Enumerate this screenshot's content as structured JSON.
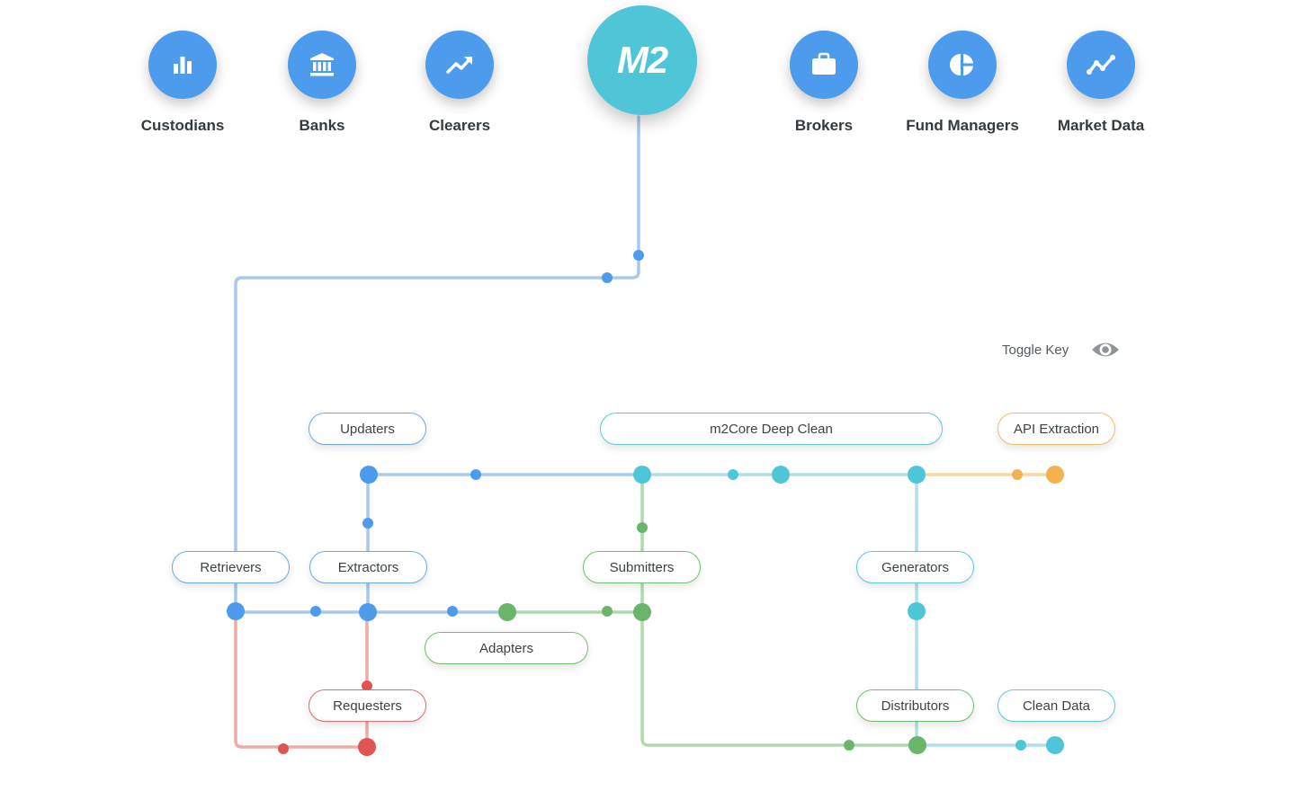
{
  "hub": {
    "label": "M2",
    "color": "#4ec6d8"
  },
  "sources": [
    {
      "id": "custodians",
      "label": "Custodians",
      "icon": "bar-chart-icon"
    },
    {
      "id": "banks",
      "label": "Banks",
      "icon": "bank-icon"
    },
    {
      "id": "clearers",
      "label": "Clearers",
      "icon": "trending-up-icon"
    },
    {
      "id": "brokers",
      "label": "Brokers",
      "icon": "briefcase-icon"
    },
    {
      "id": "fund-managers",
      "label": "Fund Managers",
      "icon": "pie-chart-icon"
    },
    {
      "id": "market-data",
      "label": "Market Data",
      "icon": "line-chart-icon"
    }
  ],
  "toggle_key": {
    "label": "Toggle Key",
    "icon": "eye-icon"
  },
  "nodes": [
    {
      "id": "updaters",
      "label": "Updaters",
      "color": "#6aa9ea"
    },
    {
      "id": "m2core-deep-clean",
      "label": "m2Core Deep Clean",
      "color": "#5cc8d8"
    },
    {
      "id": "api-extraction",
      "label": "API Extraction",
      "color": "#f2bd66"
    },
    {
      "id": "retrievers",
      "label": "Retrievers",
      "color": "#6aa9ea"
    },
    {
      "id": "extractors",
      "label": "Extractors",
      "color": "#6aa9ea"
    },
    {
      "id": "submitters",
      "label": "Submitters",
      "color": "#72bf72"
    },
    {
      "id": "generators",
      "label": "Generators",
      "color": "#5cc8d8"
    },
    {
      "id": "adapters",
      "label": "Adapters",
      "color": "#72bf72"
    },
    {
      "id": "requesters",
      "label": "Requesters",
      "color": "#e06a66"
    },
    {
      "id": "distributors",
      "label": "Distributors",
      "color": "#72bf72"
    },
    {
      "id": "clean-data",
      "label": "Clean Data",
      "color": "#5cc8d8"
    }
  ],
  "colors": {
    "source_icon_bg": "#4d9bec",
    "blue": "#4d9bec",
    "blue_line": "#a9c8ee",
    "cyan": "#4ec6d8",
    "cyan_line": "#aee0e8",
    "green": "#6ab56a",
    "green_line": "#b1d9ad",
    "red": "#e05552",
    "red_line": "#eeaaa6",
    "orange": "#f2b24e",
    "orange_line": "#f6d8a4"
  }
}
